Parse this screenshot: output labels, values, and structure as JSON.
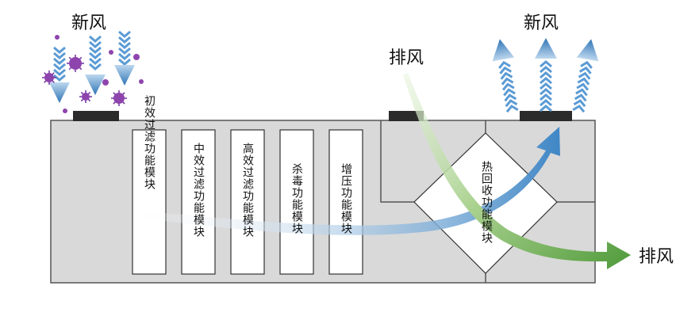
{
  "labels": {
    "fresh_air_in": "新风",
    "fresh_air_out": "新风",
    "exhaust_in": "排风",
    "exhaust_out": "排风"
  },
  "modules": [
    {
      "label": "初效过滤功能模块"
    },
    {
      "label": "中效过滤功能模块"
    },
    {
      "label": "高效过滤功能模块"
    },
    {
      "label": "杀毒功能模块"
    },
    {
      "label": "增压功能模块"
    }
  ],
  "heat_recovery": {
    "label": "热回收功能模块"
  },
  "colors": {
    "housing": "#d9d9d9",
    "housing_stroke": "#555555",
    "port": "#2b2b2b",
    "blue_arrow": "#2e75b6",
    "blue_arrow_light": "#9dc3e6",
    "green_arrow": "#70ad47",
    "green_arrow_light": "#c5e0b4",
    "virus": "#7030a0"
  },
  "icons": [
    "virus-icon",
    "down-chevron-arrow-icon",
    "up-chevron-arrow-icon"
  ]
}
